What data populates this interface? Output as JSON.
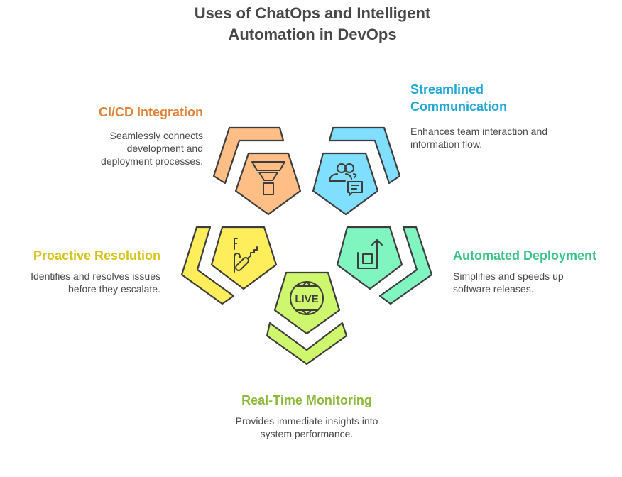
{
  "title": "Uses of ChatOps and Intelligent Automation in DevOps",
  "items": [
    {
      "title": "CI/CD Integration",
      "description": "Seamlessly connects development and deployment processes.",
      "color": "#E0833A",
      "fill": "#FFBE85",
      "icon": "funnel-icon"
    },
    {
      "title": "Streamlined Communication",
      "description": "Enhances team interaction and information flow.",
      "color": "#1FA8D6",
      "fill": "#80DEFF",
      "icon": "team-chat-icon"
    },
    {
      "title": "Proactive Resolution",
      "description": "Identifies and resolves issues before they escalate.",
      "color": "#D9C21A",
      "fill": "#FFEE5C",
      "icon": "wrench-icon"
    },
    {
      "title": "Automated Deployment",
      "description": "Simplifies and speeds up software releases.",
      "color": "#3CC488",
      "fill": "#80F5C0",
      "icon": "deploy-arrow-icon"
    },
    {
      "title": "Real-Time Monitoring",
      "description": "Provides immediate insights into system performance.",
      "color": "#8DB83A",
      "fill": "#CFF76E",
      "icon": "live-globe-icon"
    }
  ]
}
